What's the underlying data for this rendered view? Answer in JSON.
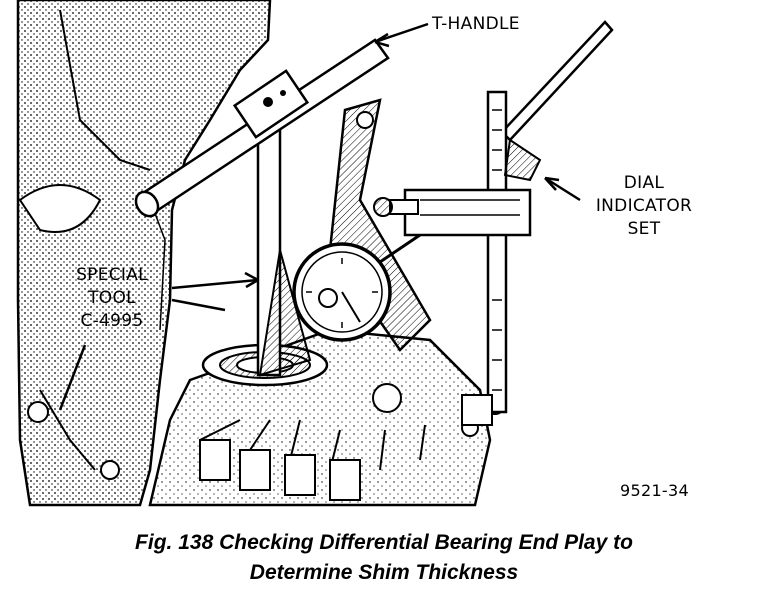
{
  "figure": {
    "labels": {
      "t_handle": "T-HANDLE",
      "dial_indicator": [
        "DIAL",
        "INDICATOR",
        "SET"
      ],
      "special_tool": [
        "SPECIAL",
        "TOOL",
        "C-4995"
      ],
      "figure_code": "9521-34"
    },
    "caption": {
      "line1": "Fig. 138 Checking Differential Bearing End Play to",
      "line2": "Determine Shim Thickness"
    }
  }
}
